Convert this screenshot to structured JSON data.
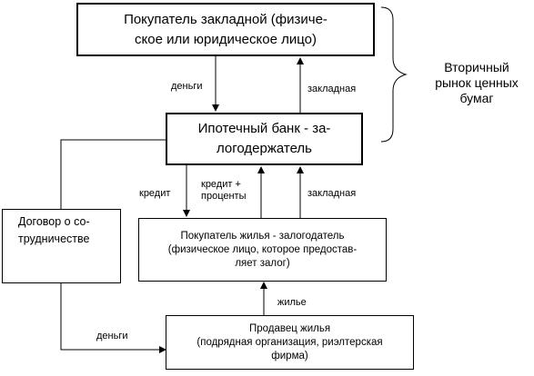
{
  "nodes": {
    "buyer_mortgage": "Покупатель закладной (физиче-\nское или юридическое лицо)",
    "mortgage_bank": "Ипотечный банк - за-\nлогодержатель",
    "cooperation": "Договор о со-\nтрудничестве",
    "buyer_housing": "Покупатель жилья - залогодатель\n(физическое лицо, которое предостав-\nляет залог)",
    "seller_housing": "Продавец жилья\n(подрядная организация, риэлтерская\nфирма)"
  },
  "edges": {
    "money_top": "деньги",
    "mortgage_top": "закладная",
    "credit": "кредит",
    "credit_interest": "кредит +\nпроценты",
    "mortgage_mid": "закладная",
    "housing": "жилье",
    "money_bottom": "деньги"
  },
  "brace_label": "Вторичный\nрынок ценных\nбумаг"
}
